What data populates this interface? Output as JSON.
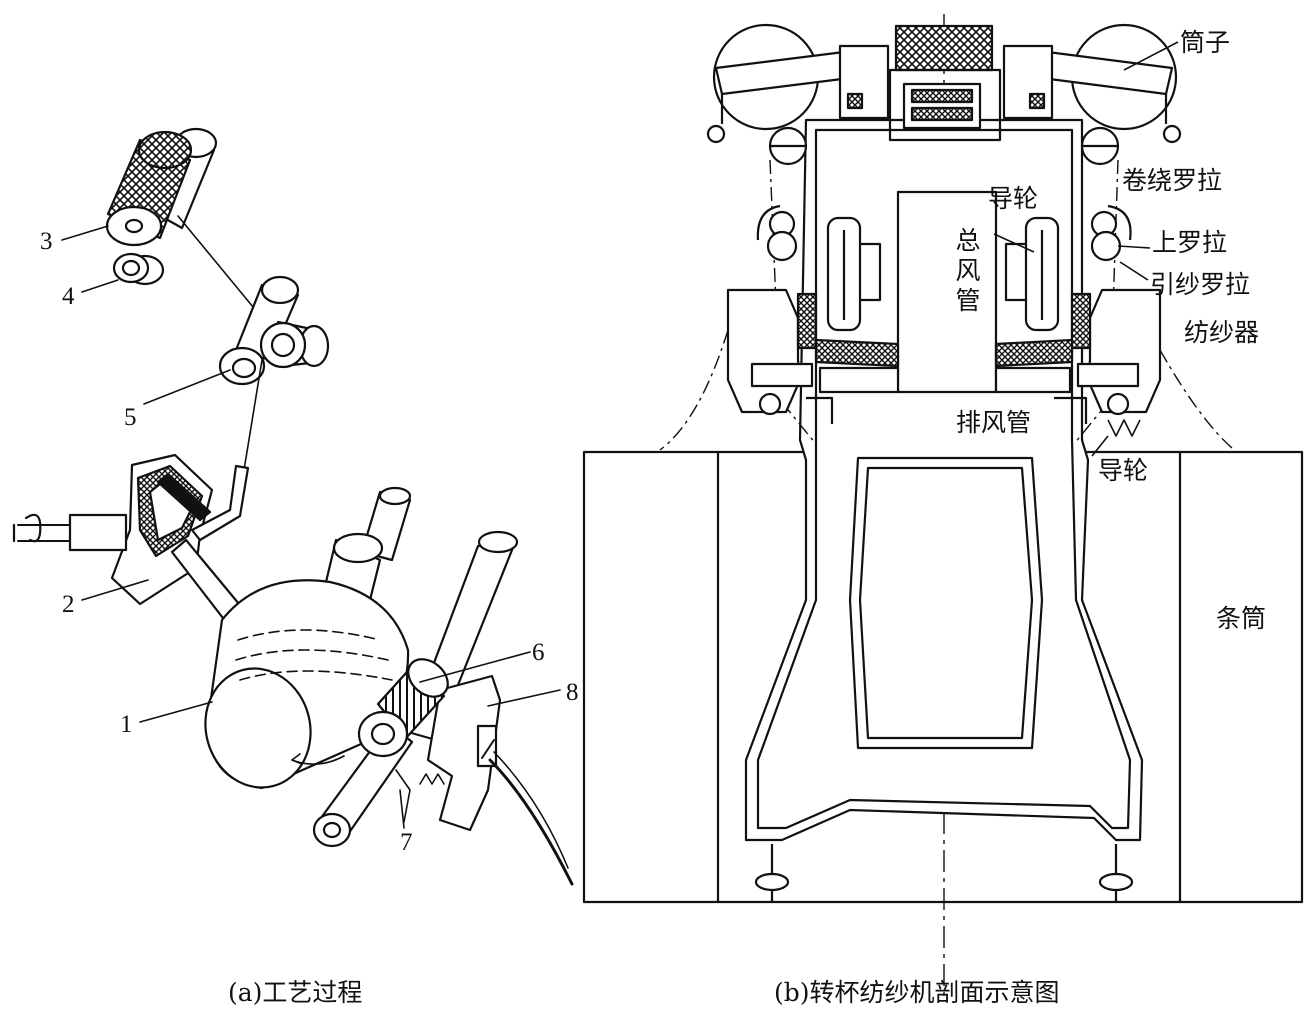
{
  "left_figure": {
    "caption": "(a)工艺过程",
    "callouts": [
      "1",
      "2",
      "3",
      "4",
      "5",
      "6",
      "7",
      "8"
    ]
  },
  "right_figure": {
    "caption": "(b)转杯纺纱机剖面示意图",
    "labels": {
      "bobbin": "筒子",
      "winding_roller": "卷绕罗拉",
      "guide_wheel_top": "导轮",
      "main_air_duct": "总风管",
      "upper_roller": "上罗拉",
      "yarn_draw_roller": "引纱罗拉",
      "spinning_unit": "纺纱器",
      "exhaust_duct": "排风管",
      "guide_wheel_bottom": "导轮",
      "sliver_can": "条筒"
    }
  }
}
